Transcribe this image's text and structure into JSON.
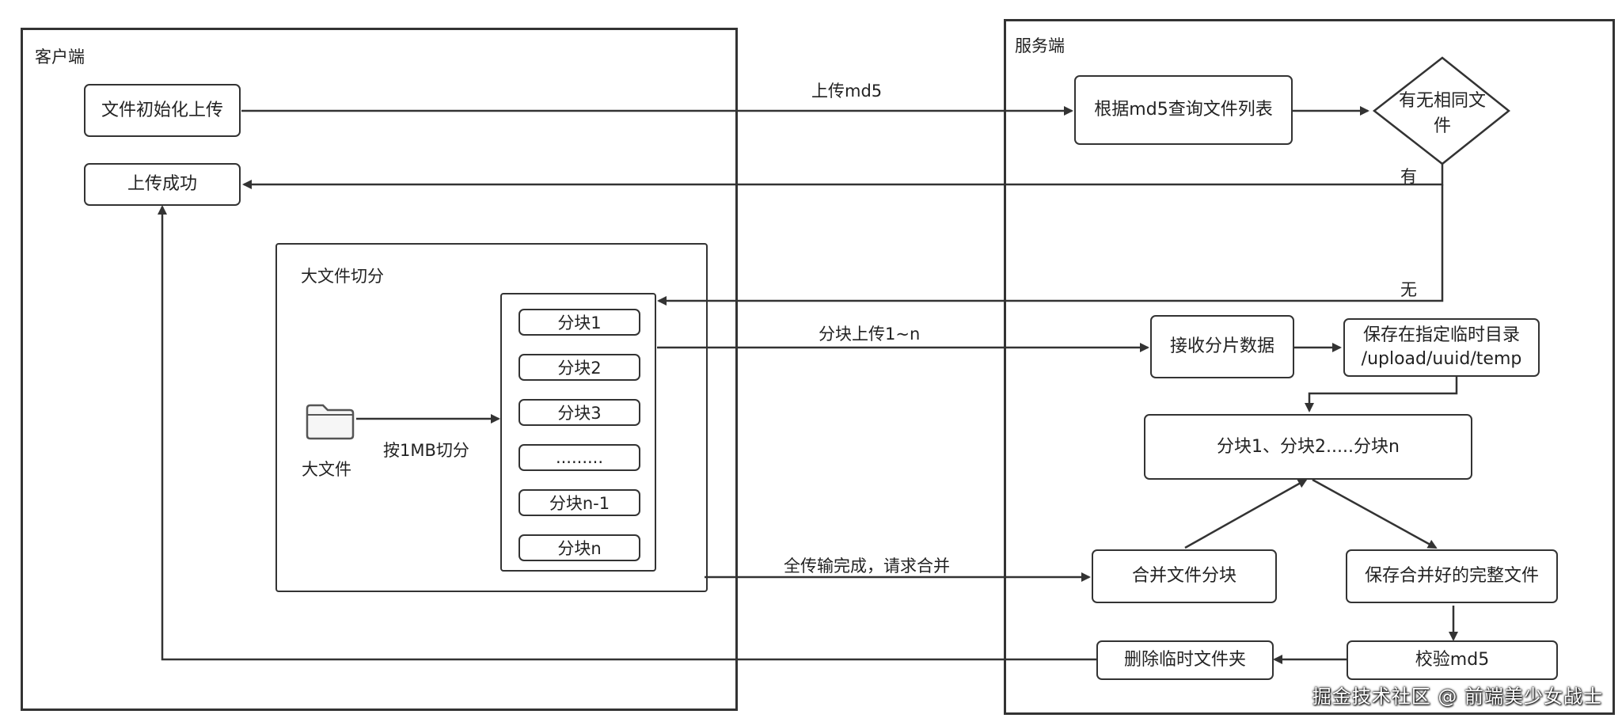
{
  "client": {
    "title": "客户端",
    "init_upload": "文件初始化上传",
    "upload_success": "上传成功",
    "split_group": {
      "title": "大文件切分",
      "big_file": "大文件",
      "split_rule": "按1MB切分",
      "chunks": [
        "分块1",
        "分块2",
        "分块3",
        ".........",
        "分块n-1",
        "分块n"
      ]
    }
  },
  "server": {
    "title": "服务端",
    "query_md5": "根据md5查询文件列表",
    "same_file_decision": "有无相同文\n件",
    "receive_chunks": "接收分片数据",
    "save_temp": "保存在指定临时目录\n/upload/uuid/temp",
    "chunk_list": "分块1、分块2.....分块n",
    "merge_chunks": "合并文件分块",
    "save_merged": "保存合并好的完整文件",
    "verify_md5": "校验md5",
    "delete_temp": "删除临时文件夹"
  },
  "edges": {
    "upload_md5": "上传md5",
    "yes": "有",
    "no": "无",
    "upload_chunks": "分块上传1~n",
    "merge_request": "全传输完成，请求合并"
  },
  "watermark": "掘金技术社区 @ 前端美少女战士"
}
